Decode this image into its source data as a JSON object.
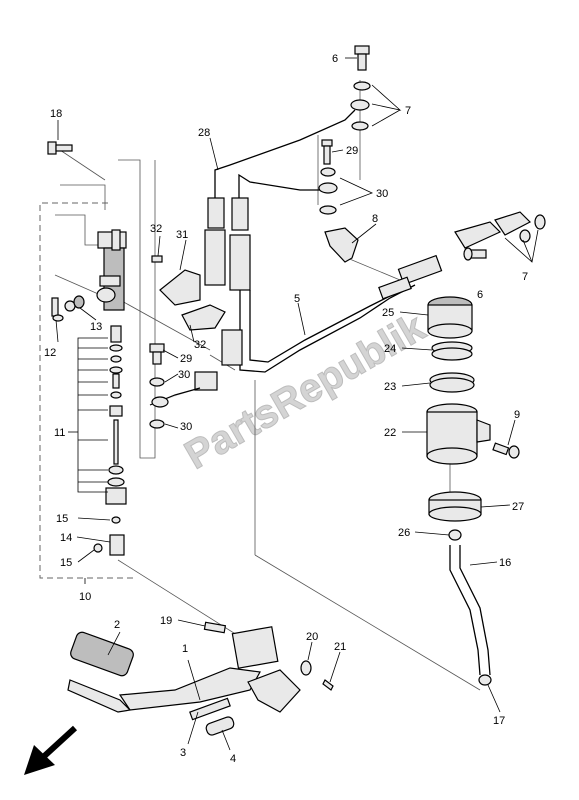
{
  "watermark": "PartsRepublik",
  "callouts": [
    {
      "id": "label-1",
      "text": "1"
    },
    {
      "id": "label-2",
      "text": "2"
    },
    {
      "id": "label-3",
      "text": "3"
    },
    {
      "id": "label-4",
      "text": "4"
    },
    {
      "id": "label-5",
      "text": "5"
    },
    {
      "id": "label-6a",
      "text": "6"
    },
    {
      "id": "label-6b",
      "text": "6"
    },
    {
      "id": "label-7a",
      "text": "7"
    },
    {
      "id": "label-7b",
      "text": "7"
    },
    {
      "id": "label-8",
      "text": "8"
    },
    {
      "id": "label-9",
      "text": "9"
    },
    {
      "id": "label-10",
      "text": "10"
    },
    {
      "id": "label-11",
      "text": "11"
    },
    {
      "id": "label-12",
      "text": "12"
    },
    {
      "id": "label-13",
      "text": "13"
    },
    {
      "id": "label-14",
      "text": "14"
    },
    {
      "id": "label-15a",
      "text": "15"
    },
    {
      "id": "label-15b",
      "text": "15"
    },
    {
      "id": "label-16",
      "text": "16"
    },
    {
      "id": "label-17",
      "text": "17"
    },
    {
      "id": "label-18",
      "text": "18"
    },
    {
      "id": "label-19",
      "text": "19"
    },
    {
      "id": "label-20",
      "text": "20"
    },
    {
      "id": "label-21",
      "text": "21"
    },
    {
      "id": "label-22",
      "text": "22"
    },
    {
      "id": "label-23",
      "text": "23"
    },
    {
      "id": "label-24",
      "text": "24"
    },
    {
      "id": "label-25",
      "text": "25"
    },
    {
      "id": "label-26",
      "text": "26"
    },
    {
      "id": "label-27",
      "text": "27"
    },
    {
      "id": "label-28",
      "text": "28"
    },
    {
      "id": "label-29a",
      "text": "29"
    },
    {
      "id": "label-29b",
      "text": "29"
    },
    {
      "id": "label-30a",
      "text": "30"
    },
    {
      "id": "label-30b",
      "text": "30"
    },
    {
      "id": "label-30c",
      "text": "30"
    },
    {
      "id": "label-30d",
      "text": "30"
    },
    {
      "id": "label-31",
      "text": "31"
    },
    {
      "id": "label-32a",
      "text": "32"
    },
    {
      "id": "label-32b",
      "text": "32"
    }
  ]
}
